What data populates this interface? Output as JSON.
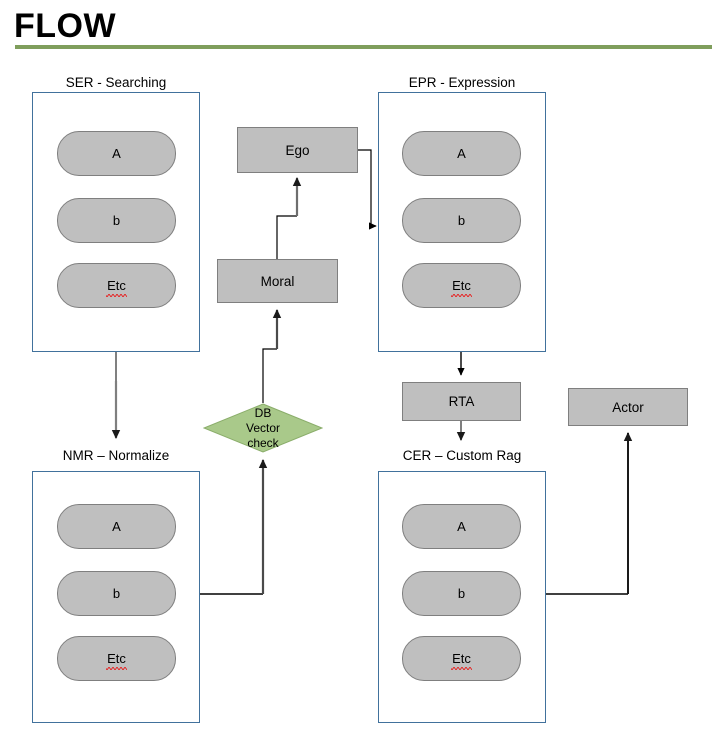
{
  "slide": {
    "title": "FLOW",
    "accent_color": "#7f9e5c",
    "background": "#ffffff"
  },
  "palette": {
    "group_border": "#41719c",
    "node_fill": "#bfbfbf",
    "node_border": "#7f7f7f",
    "decision_fill": "#a9c98a",
    "decision_border": "#8aad6a",
    "connector": "#000000",
    "spellcheck_underline": "#e03a3a"
  },
  "groups": [
    {
      "key": "ser",
      "label": "SER - Searching",
      "items": [
        {
          "label": "A",
          "misspelled": false
        },
        {
          "label": "b",
          "misspelled": false
        },
        {
          "label": "Etc",
          "misspelled": true
        }
      ]
    },
    {
      "key": "epr",
      "label": "EPR - Expression",
      "items": [
        {
          "label": "A",
          "misspelled": false
        },
        {
          "label": "b",
          "misspelled": false
        },
        {
          "label": "Etc",
          "misspelled": true
        }
      ]
    },
    {
      "key": "nmr",
      "label": "NMR – Normalize",
      "items": [
        {
          "label": "A",
          "misspelled": false
        },
        {
          "label": "b",
          "misspelled": false
        },
        {
          "label": "Etc",
          "misspelled": true
        }
      ]
    },
    {
      "key": "cer",
      "label": "CER – Custom Rag",
      "items": [
        {
          "label": "A",
          "misspelled": false
        },
        {
          "label": "b",
          "misspelled": false
        },
        {
          "label": "Etc",
          "misspelled": true
        }
      ]
    }
  ],
  "nodes": {
    "ego": {
      "label": "Ego"
    },
    "moral": {
      "label": "Moral"
    },
    "rta": {
      "label": "RTA"
    },
    "actor": {
      "label": "Actor"
    },
    "decision": {
      "line1": "DB",
      "line2": "Vector",
      "line3": "check"
    }
  },
  "connections": [
    {
      "from": "ser",
      "to": "nmr"
    },
    {
      "from": "ego",
      "to": "epr"
    },
    {
      "from": "moral",
      "to": "ego"
    },
    {
      "from": "decision",
      "to": "moral"
    },
    {
      "from": "nmr",
      "to": "decision"
    },
    {
      "from": "epr",
      "to": "rta"
    },
    {
      "from": "rta",
      "to": "cer"
    },
    {
      "from": "cer",
      "to": "actor"
    }
  ]
}
